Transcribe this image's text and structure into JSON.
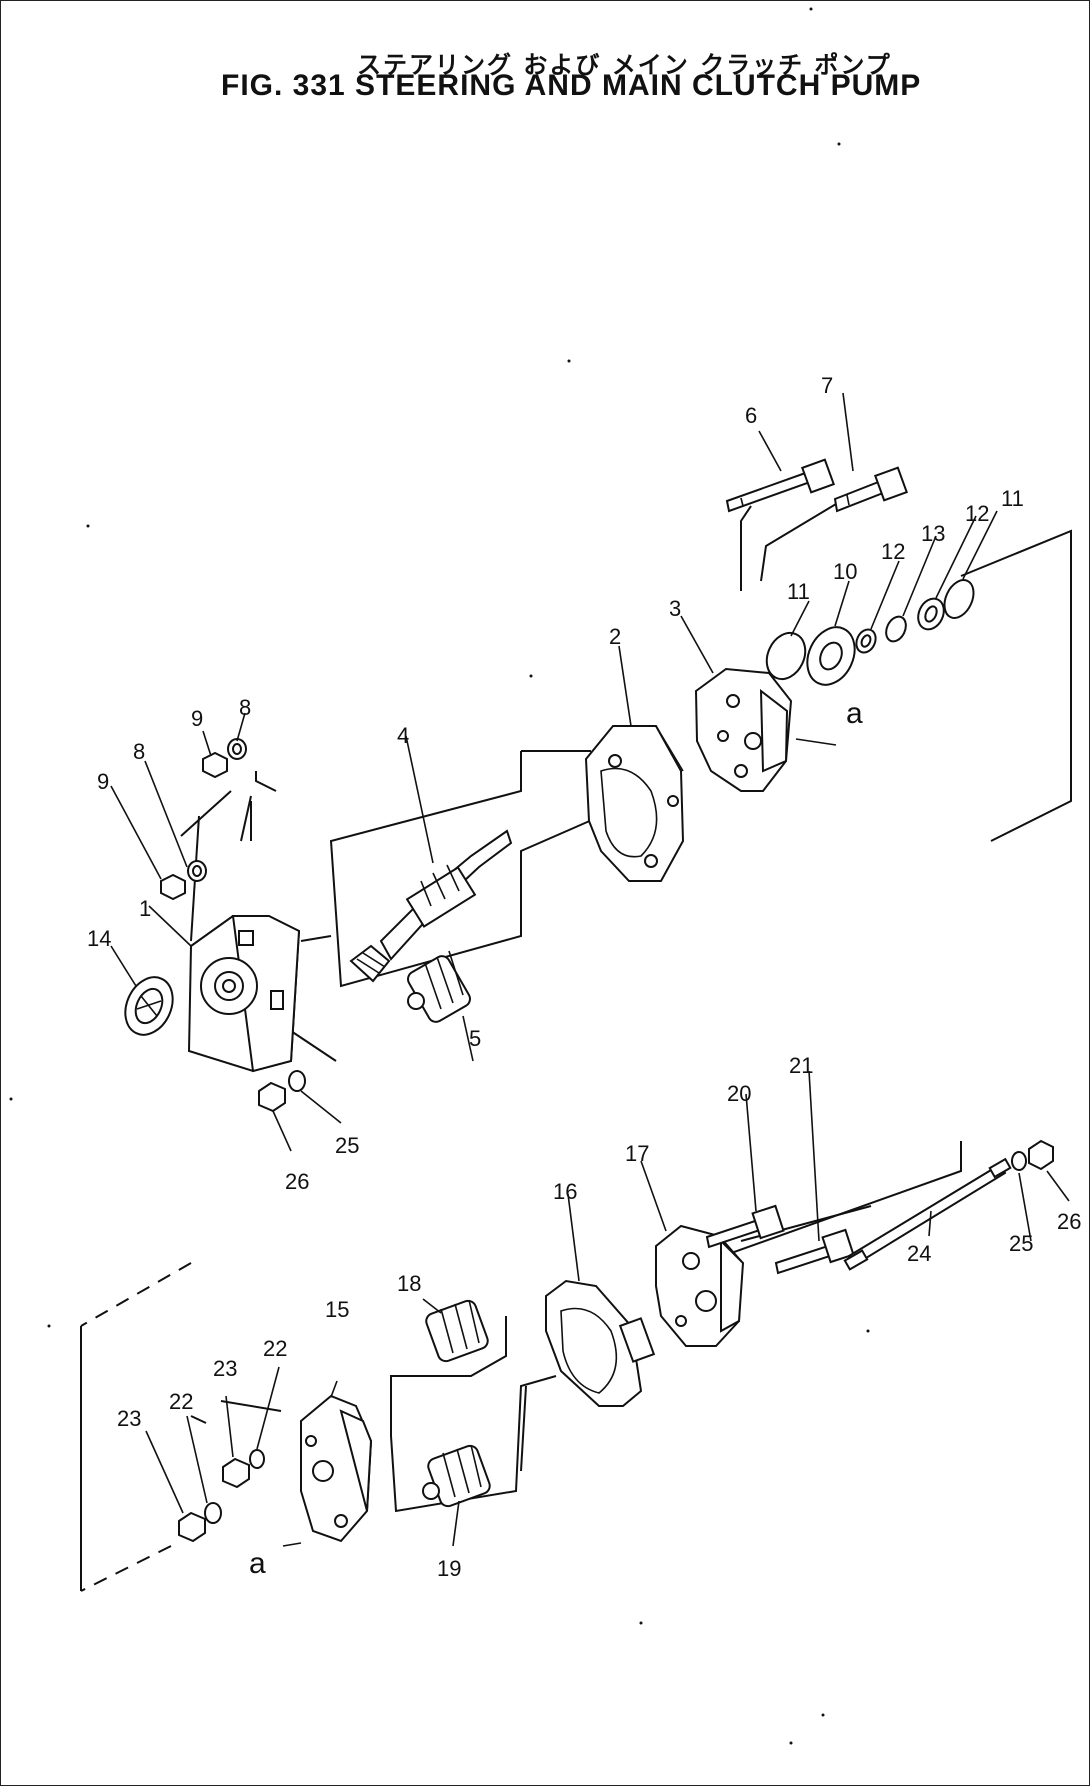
{
  "header": {
    "title_jp": "ステアリング および メイン クラッチ ポンプ",
    "title_en": "FIG. 331  STEERING AND MAIN CLUTCH PUMP"
  },
  "labels": {
    "p1": "1",
    "p2": "2",
    "p3": "3",
    "p4": "4",
    "p5": "5",
    "p6": "6",
    "p7": "7",
    "p8a": "8",
    "p8b": "8",
    "p9a": "9",
    "p9b": "9",
    "p10": "10",
    "p11a": "11",
    "p11b": "11",
    "p12a": "12",
    "p12b": "12",
    "p13": "13",
    "p14": "14",
    "p15": "15",
    "p16": "16",
    "p17": "17",
    "p18": "18",
    "p19": "19",
    "p20": "20",
    "p21": "21",
    "p22a": "22",
    "p22b": "22",
    "p23a": "23",
    "p23b": "23",
    "p24": "24",
    "p25a": "25",
    "p25b": "25",
    "p26a": "26",
    "p26b": "26",
    "ref_a_top": "a",
    "ref_a_bottom": "a"
  }
}
